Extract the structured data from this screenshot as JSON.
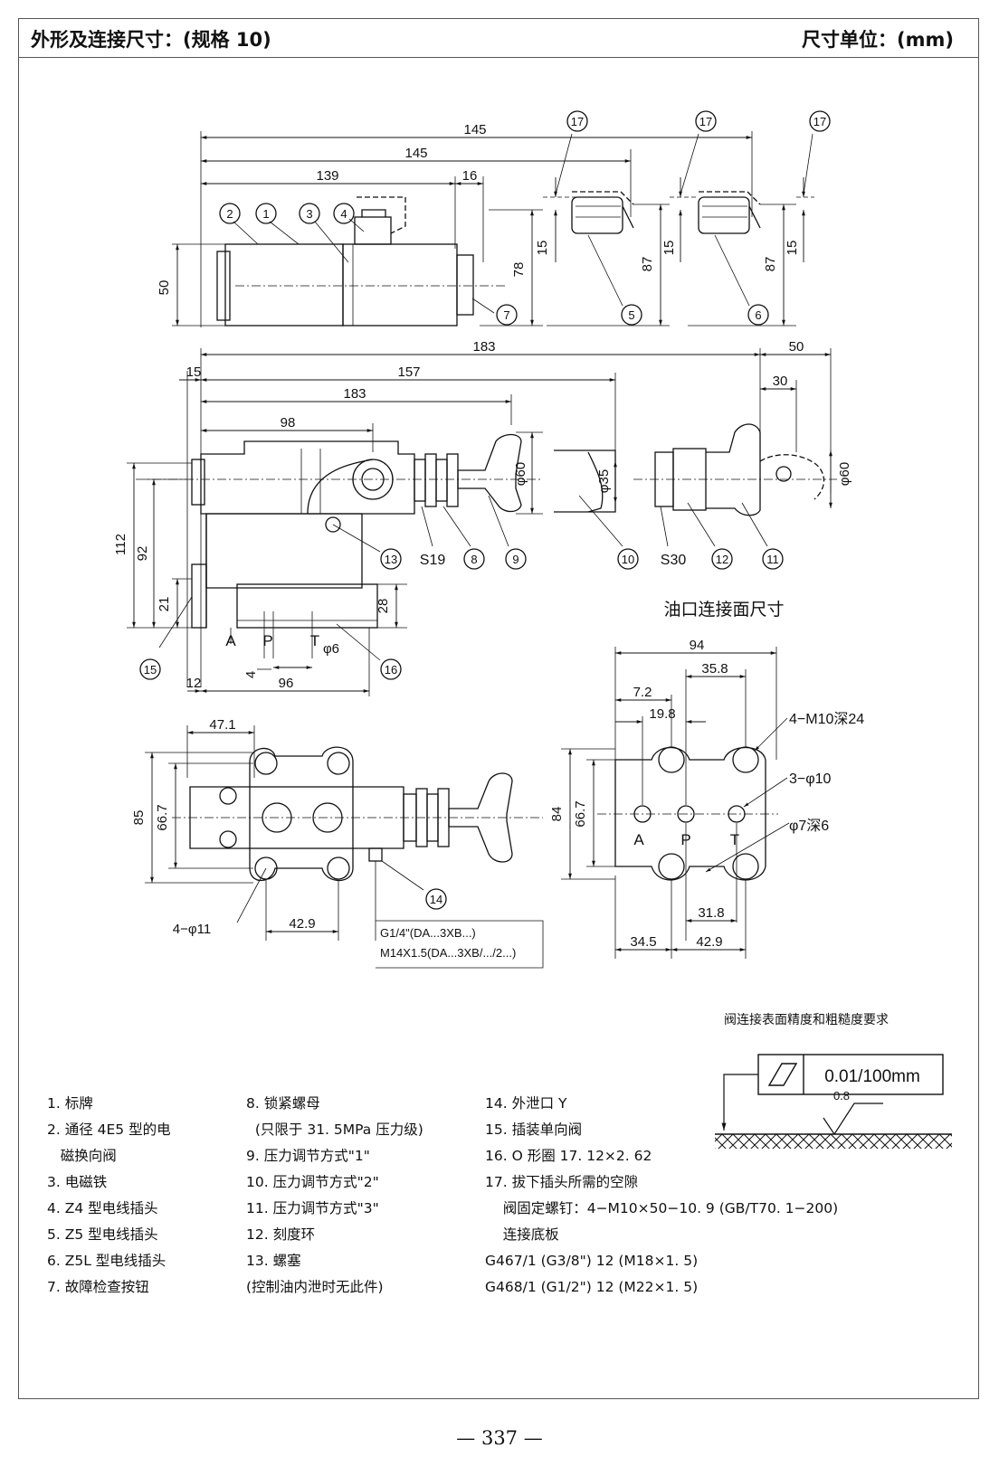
{
  "header": {
    "title": "外形及连接尺寸：(规格 10)",
    "unit": "尺寸单位：(mm)"
  },
  "top_view": {
    "dims": {
      "d145a": "145",
      "d145b": "145",
      "d139": "139",
      "d16": "16",
      "d50": "50",
      "d78": "78",
      "d15a": "15",
      "d87a": "87",
      "d15b": "15",
      "d87b": "87",
      "d15c": "15"
    },
    "balloons": {
      "b1": "1",
      "b2": "2",
      "b3": "3",
      "b4": "4",
      "b5": "5",
      "b6": "6",
      "b7": "7",
      "b17a": "17",
      "b17b": "17",
      "b17c": "17"
    }
  },
  "front_view": {
    "dims": {
      "d183a": "183",
      "d50": "50",
      "d15": "15",
      "d157": "157",
      "d30": "30",
      "d183b": "183",
      "d98": "98",
      "d60a": "φ60",
      "d35": "φ35",
      "d60b": "φ60",
      "d112": "112",
      "d92": "92",
      "d21": "21",
      "d28": "28",
      "d4": "4",
      "d12": "12",
      "d96": "96",
      "d6": "φ6"
    },
    "ports": {
      "A": "A",
      "P": "P",
      "T": "T"
    },
    "labels": {
      "s19": "S19",
      "s30": "S30"
    },
    "balloons": {
      "b8": "8",
      "b9": "9",
      "b10": "10",
      "b11": "11",
      "b12": "12",
      "b13": "13",
      "b15": "15",
      "b16": "16"
    }
  },
  "bottom_view": {
    "dims": {
      "d471": "47.1",
      "d85": "85",
      "d667": "66.7",
      "d4phi11": "4−φ11",
      "d429": "42.9"
    },
    "note1": "G1/4\"(DA...3XB...)",
    "note2": "M14X1.5(DA...3XB/.../2...)",
    "balloon14": "14"
  },
  "port_face": {
    "title": "油口连接面尺寸",
    "dims": {
      "d94": "94",
      "d358": "35.8",
      "d72": "7.2",
      "d198": "19.8",
      "m10": "4−M10深24",
      "phi10": "3−φ10",
      "phi7": "φ7深6",
      "d84": "84",
      "d667": "66.7",
      "d318": "31.8",
      "d345": "34.5",
      "d429": "42.9"
    },
    "ports": {
      "A": "A",
      "P": "P",
      "T": "T"
    }
  },
  "surface": {
    "title": "阀连接表面精度和粗糙度要求",
    "flatness": "0.01/100mm",
    "roughness": "0.8"
  },
  "legend": {
    "col1": [
      "1. 标牌",
      "2. 通径 4E5 型的电",
      "   磁换向阀",
      "3. 电磁铁",
      "4. Z4 型电线插头",
      "5. Z5 型电线插头",
      "6. Z5L 型电线插头",
      "7. 故障检查按钮"
    ],
    "col2": [
      "8. 锁紧螺母",
      "  (只限于 31. 5MPa 压力级)",
      "9. 压力调节方式\"1\"",
      "10. 压力调节方式\"2\"",
      "11. 压力调节方式\"3\"",
      "12. 刻度环",
      "13. 螺塞",
      "(控制油内泄时无此件)"
    ],
    "col3": [
      "14. 外泄口 Y",
      "15. 插装单向阀",
      "16. O 形圈 17. 12×2. 62",
      "17. 拔下插头所需的空隙",
      "    阀固定螺钉：4−M10×50−10. 9 (GB/T70. 1−200)",
      "    连接底板",
      "G467/1 (G3/8\") 12 (M18×1. 5)",
      "G468/1 (G1/2\") 12 (M22×1. 5)"
    ]
  },
  "page_number": "— 337 —"
}
